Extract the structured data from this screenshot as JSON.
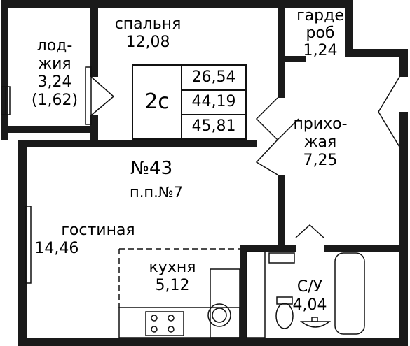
{
  "rooms": {
    "loggia": {
      "line1": "лод-",
      "line2": "жия",
      "area": "3,24",
      "area_reduced": "(1,62)"
    },
    "bedroom": {
      "name": "спальня",
      "area": "12,08"
    },
    "wardrobe": {
      "line1": "гарде",
      "line2": "роб",
      "area": "1,24"
    },
    "hallway": {
      "line1": "прихо-",
      "line2": "жая",
      "area": "7,25"
    },
    "living": {
      "name": "гостиная",
      "area": "14,46"
    },
    "kitchen": {
      "name": "кухня",
      "area": "5,12"
    },
    "bathroom": {
      "name": "С/У",
      "area": "4,04"
    }
  },
  "badge": {
    "type": "2с",
    "living_area": "26,54",
    "total_area": "44,19",
    "total_area_with_loggia": "45,81"
  },
  "apartment": {
    "number": "№43",
    "position": "п.п.№7"
  },
  "colors": {
    "wall": "#1a1a1a",
    "line": "#111111",
    "background": "#ffffff"
  }
}
